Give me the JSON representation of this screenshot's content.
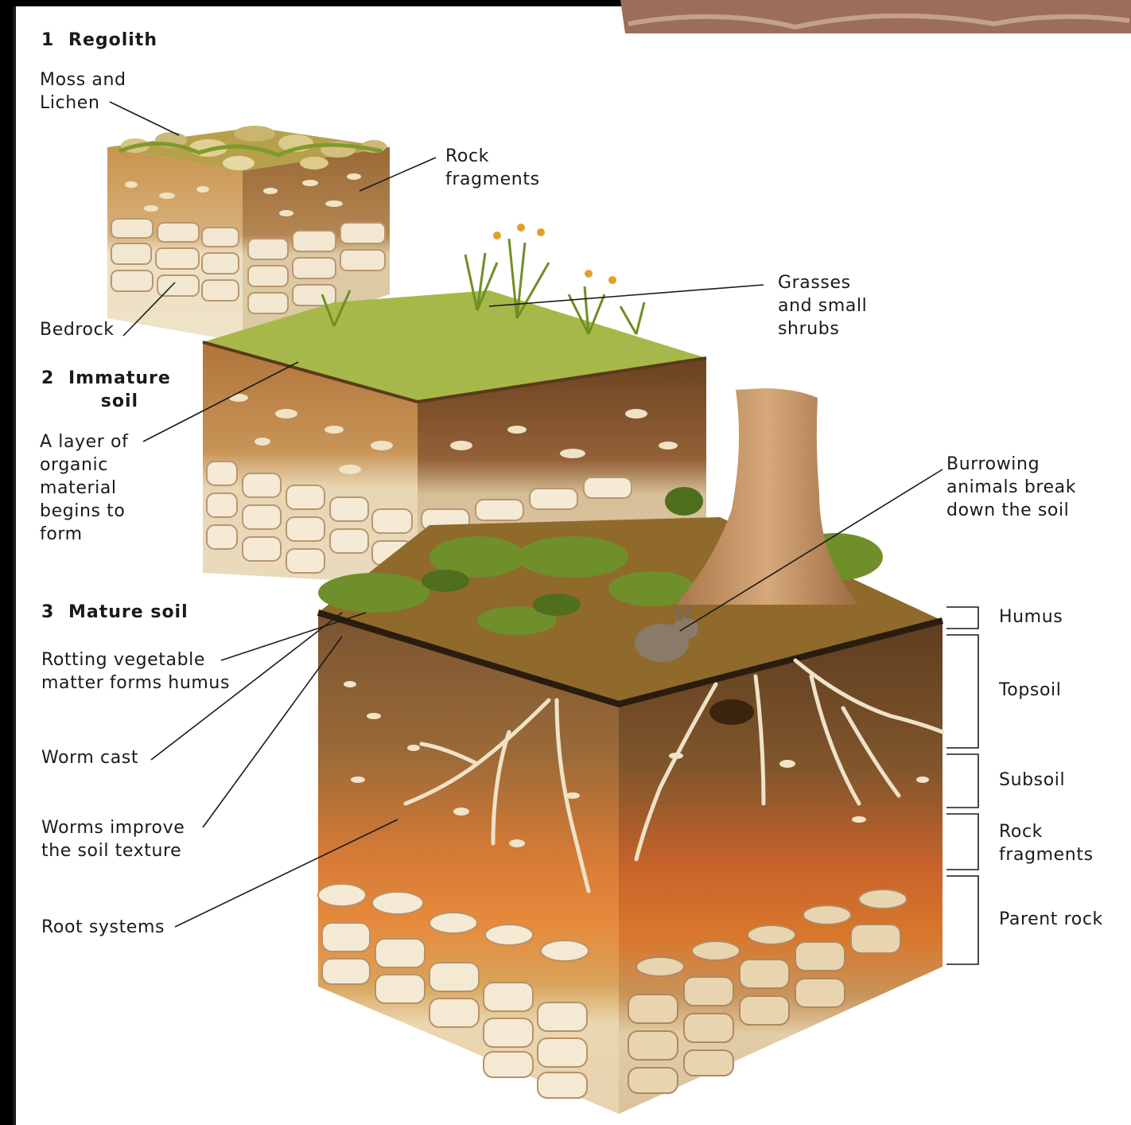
{
  "stages": [
    {
      "number": "1",
      "title": "Regolith"
    },
    {
      "number": "2",
      "title": "Immature\nsoil"
    },
    {
      "number": "3",
      "title": "Mature soil"
    }
  ],
  "labels": {
    "moss_lichen": "Moss and\nLichen",
    "rock_fragments_top": "Rock\nfragments",
    "bedrock": "Bedrock",
    "grasses": "Grasses\nand small\nshrubs",
    "organic_layer": "A layer of\norganic\nmaterial\nbegins to\nform",
    "burrowing": "Burrowing\nanimals break\ndown the soil",
    "rotting": "Rotting vegetable\nmatter forms humus",
    "worm_cast": "Worm cast",
    "worms_improve": "Worms improve\nthe soil texture",
    "root_systems": "Root systems"
  },
  "horizons": [
    "Humus",
    "Topsoil",
    "Subsoil",
    "Rock\nfragments",
    "Parent rock"
  ],
  "colors": {
    "paper": "#ffffff",
    "frame": "#000000",
    "grass": "#9bb13a",
    "topsoil": "#8a5a2b",
    "subsoil": "#d9772c",
    "bedrock": "#ecdcc0"
  }
}
